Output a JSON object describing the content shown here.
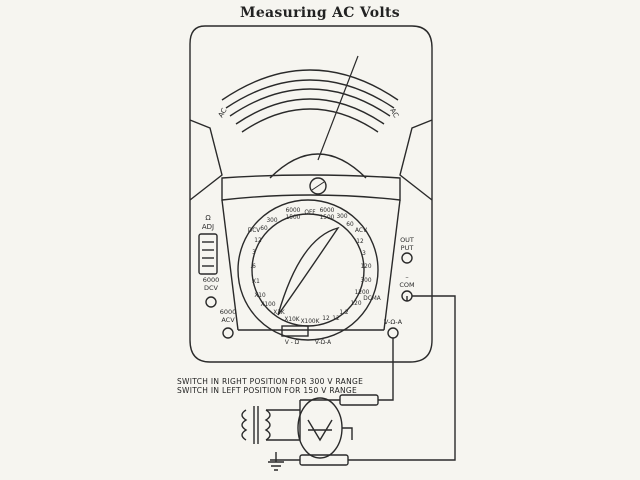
{
  "title": "Measuring AC Volts",
  "scale": {
    "left_label": "AC",
    "right_label": "AC"
  },
  "left_panel": {
    "ohm_adj": [
      "Ω",
      "ADJ"
    ],
    "dcv_6000": [
      "6000",
      "DCV"
    ],
    "acv_6000": [
      "6000",
      "ACV"
    ]
  },
  "right_panel": {
    "output": [
      "OUT",
      "PUT"
    ],
    "common": [
      "–",
      "COM"
    ],
    "v_ohm_a_jack": "V-Ω-A"
  },
  "dial": {
    "top_labels": [
      "6000",
      "1500",
      "OFF",
      "6000",
      "1500"
    ],
    "left_labels": [
      "300",
      "60",
      "DCV",
      "12",
      "3",
      ".6",
      "X1"
    ],
    "bottom_labels": [
      "X10",
      "X100",
      "X1K",
      "X10K",
      "X100K",
      "12"
    ],
    "right_labels": [
      "300",
      "60",
      "ACV",
      "12",
      "3",
      "120",
      "300",
      "1200",
      "120",
      "DCMA",
      "1.2",
      "12"
    ],
    "switch_labels": [
      "V - Ω",
      "V-Ω-A"
    ]
  },
  "notes": [
    "SWITCH IN RIGHT POSITION FOR 300 V RANGE",
    "SWITCH IN LEFT POSITION FOR 150 V RANGE"
  ],
  "colors": {
    "ink": "#2a2a2a",
    "paper": "#f6f5f0"
  }
}
